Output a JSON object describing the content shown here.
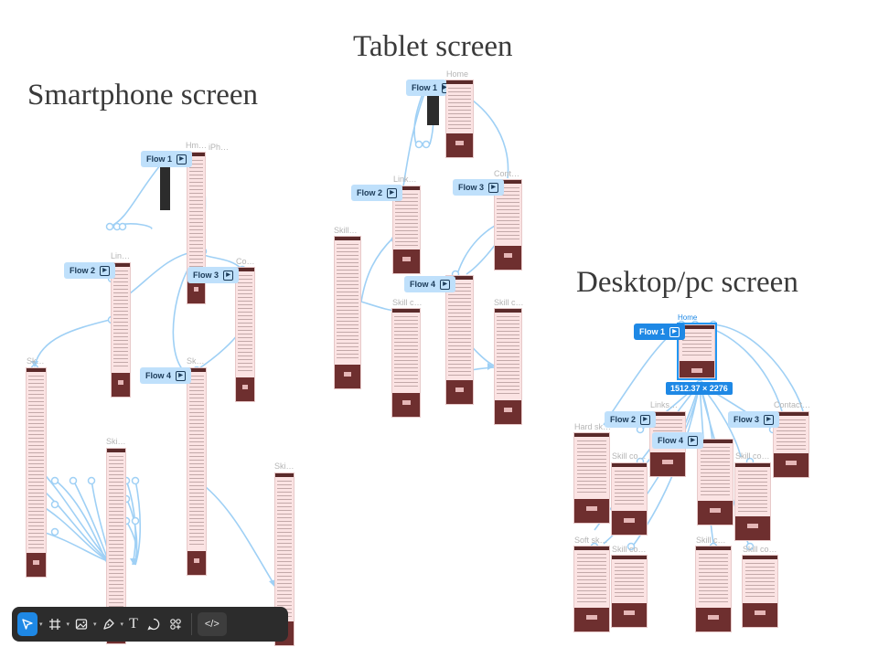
{
  "headings": {
    "smartphone": "Smartphone screen",
    "tablet": "Tablet screen",
    "desktop": "Desktop/pc screen"
  },
  "frame_labels": {
    "phone_home": "Hm…",
    "phone_iphone": "iPh…",
    "phone_links": "Lin…",
    "phone_contact": "Co…",
    "phone_skill1": "Sk…",
    "phone_skill2": "Sk…",
    "phone_skill3": "Ski…",
    "phone_skill4": "Ski…",
    "tablet_home": "Home",
    "tablet_links": "Link…",
    "tablet_contact": "Cont…",
    "tablet_skill1": "Skill…",
    "tablet_skill2": "Skill c…",
    "tablet_skill3": "Skill c…",
    "desktop_home": "Home",
    "desktop_links": "Links…",
    "desktop_contact": "Contact…",
    "desktop_hard": "Hard sk…",
    "desktop_skillco1": "Skill co…",
    "desktop_skillco2": "Skill co…",
    "desktop_soft": "Soft sk…",
    "desktop_skillco3": "Skill co…",
    "desktop_skillc4": "Skill c…",
    "desktop_skillco5": "Skill co…"
  },
  "flows": {
    "phone_flow1": "Flow 1",
    "phone_flow2": "Flow 2",
    "phone_flow3": "Flow 3",
    "phone_flow4": "Flow 4",
    "tablet_flow1": "Flow 1",
    "tablet_flow2": "Flow 2",
    "tablet_flow3": "Flow 3",
    "tablet_flow4": "Flow 4",
    "desktop_flow1": "Flow 1",
    "desktop_flow2": "Flow 2",
    "desktop_flow3": "Flow 3",
    "desktop_flow4": "Flow 4"
  },
  "selection_size": "1512.37 × 2276",
  "toolbar": {
    "move": "move-tool-icon",
    "frame": "frame-tool-icon",
    "image": "image-tool-icon",
    "pen": "pen-tool-icon",
    "text_glyph": "T",
    "comment": "comment-icon",
    "actions": "actions-icon",
    "dev_mode": "</>"
  },
  "colors": {
    "accent": "#1e88e5",
    "connector": "#9fd0f5",
    "flow_chip": "#bfe0fb",
    "frame_fill": "#fbe3e3",
    "frame_footer": "#6e2f2f"
  }
}
